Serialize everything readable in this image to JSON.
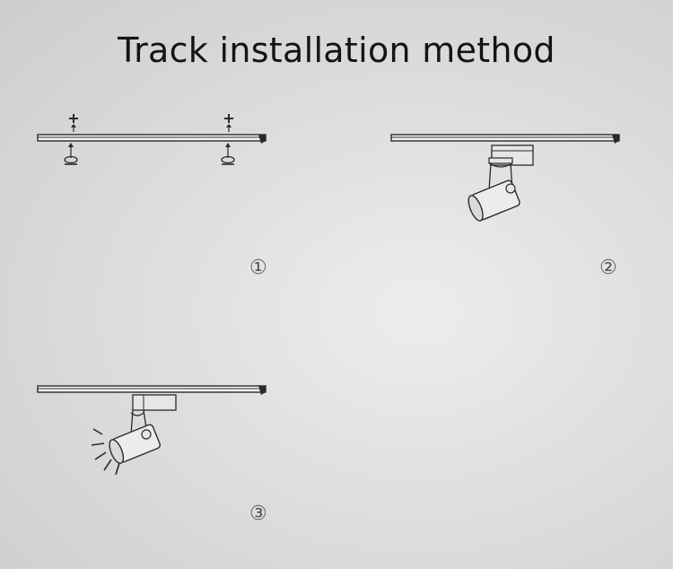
{
  "title": "Track installation method",
  "steps": [
    {
      "marker": "①"
    },
    {
      "marker": "②"
    },
    {
      "marker": "③"
    }
  ],
  "icons": {
    "screw": "screw-icon",
    "plus": "plus-mark-icon",
    "arrow_up": "arrow-up-icon",
    "light_rays": "light-rays-icon"
  },
  "colors": {
    "line": "#2a2a2a",
    "background": "#e2e2e2",
    "title": "#141414"
  }
}
